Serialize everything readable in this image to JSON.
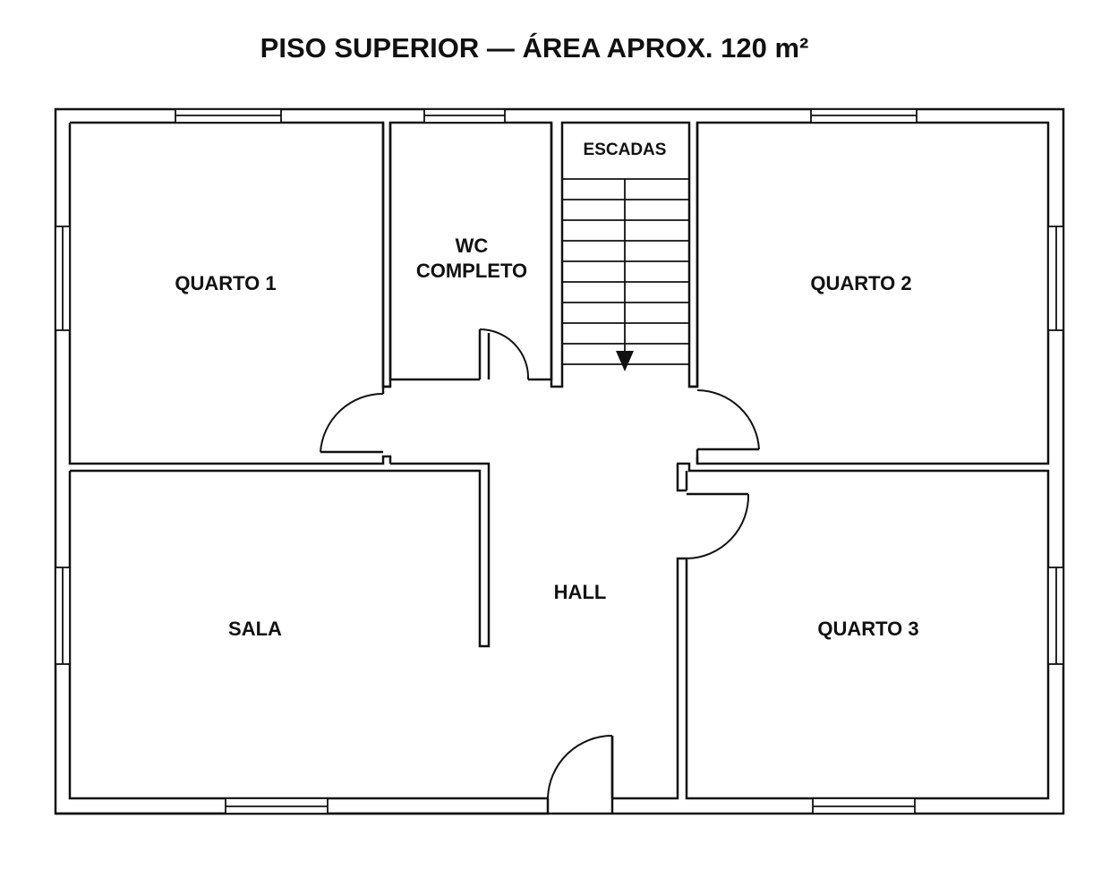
{
  "title": "PISO SUPERIOR — ÁREA APROX. 120 m²",
  "rooms": {
    "quarto1": "QUARTO 1",
    "wc_line1": "WC",
    "wc_line2": "COMPLETO",
    "escadas": "ESCADAS",
    "quarto2": "QUARTO 2",
    "sala": "SALA",
    "hall": "HALL",
    "quarto3": "QUARTO 3"
  },
  "colors": {
    "line": "#111111",
    "background": "#ffffff"
  },
  "icons": {
    "stair_direction": "arrow-down-icon"
  }
}
